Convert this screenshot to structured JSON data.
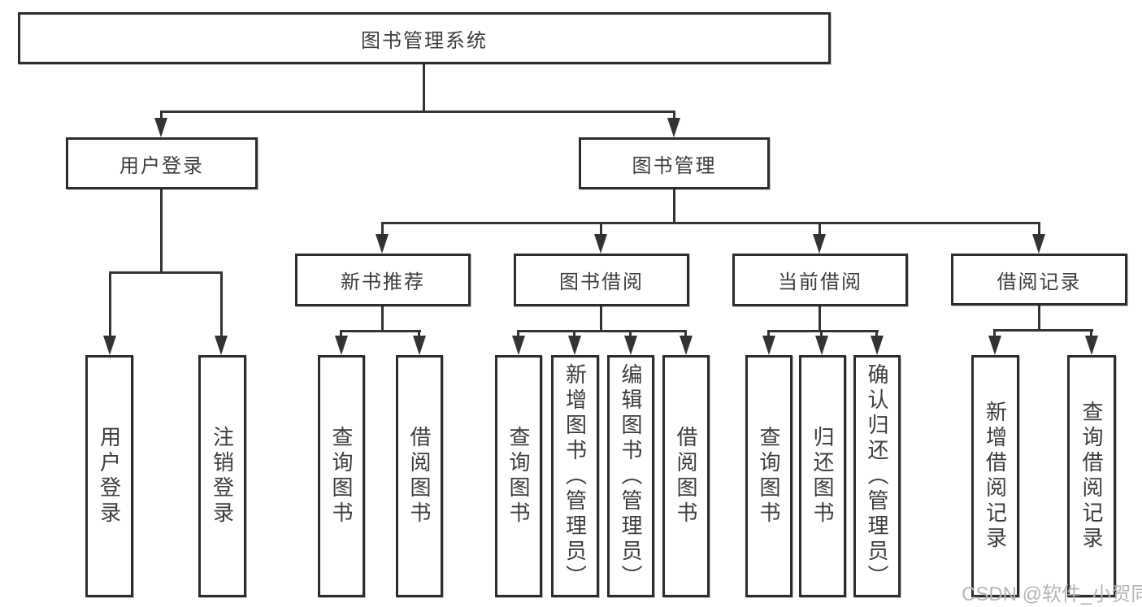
{
  "tree": {
    "root": {
      "label": "图书管理系统",
      "children": [
        {
          "label": "用户登录",
          "children": [
            {
              "label": "用户登录"
            },
            {
              "label": "注销登录"
            }
          ]
        },
        {
          "label": "图书管理",
          "children": [
            {
              "label": "新书推荐",
              "children": [
                {
                  "label": "查询图书"
                },
                {
                  "label": "借阅图书"
                }
              ]
            },
            {
              "label": "图书借阅",
              "children": [
                {
                  "label": "查询图书"
                },
                {
                  "label": "新增图书（管理员）"
                },
                {
                  "label": "编辑图书（管理员）"
                },
                {
                  "label": "借阅图书"
                }
              ]
            },
            {
              "label": "当前借阅",
              "children": [
                {
                  "label": "查询图书"
                },
                {
                  "label": "归还图书"
                },
                {
                  "label": "确认归还（管理员）"
                }
              ]
            },
            {
              "label": "借阅记录",
              "children": [
                {
                  "label": "新增借阅记录"
                },
                {
                  "label": "查询借阅记录"
                }
              ]
            }
          ]
        }
      ]
    }
  },
  "watermark": {
    "text": "CSDN @软件_小贺同学"
  },
  "colors": {
    "background": "#ffffff",
    "line": "#333333",
    "box_border": "#2d2d2d",
    "box_fill": "#ffffff",
    "text": "#3c3c3c",
    "watermark": "#b5b5b5"
  }
}
